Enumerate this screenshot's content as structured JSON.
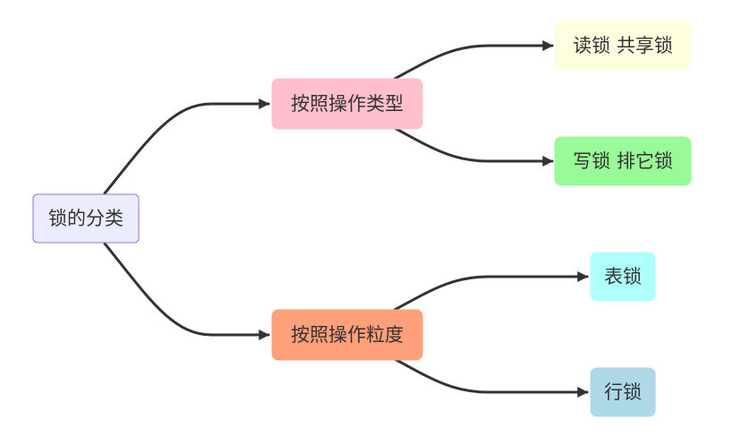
{
  "diagram": {
    "nodes": {
      "root": {
        "label": "锁的分类",
        "fill": "#ECECFF",
        "stroke": "#9370DB"
      },
      "by_type": {
        "label": "按照操作类型",
        "fill": "#FFC0CB",
        "stroke": "#FFC0CB"
      },
      "read_lock": {
        "label": "读锁 共享锁",
        "fill": "#FFFFE0",
        "stroke": "#FFFFE0"
      },
      "write_lock": {
        "label": "写锁 排它锁",
        "fill": "#98FB98",
        "stroke": "#98FB98"
      },
      "by_granularity": {
        "label": "按照操作粒度",
        "fill": "#FFA07A",
        "stroke": "#FFA07A"
      },
      "table_lock": {
        "label": "表锁",
        "fill": "#AFFFFF",
        "stroke": "#AFFFFF"
      },
      "row_lock": {
        "label": "行锁",
        "fill": "#ADD8E6",
        "stroke": "#ADD8E6"
      }
    },
    "edges": [
      {
        "from": "root",
        "to": "by_type"
      },
      {
        "from": "root",
        "to": "by_granularity"
      },
      {
        "from": "by_type",
        "to": "read_lock"
      },
      {
        "from": "by_type",
        "to": "write_lock"
      },
      {
        "from": "by_granularity",
        "to": "table_lock"
      },
      {
        "from": "by_granularity",
        "to": "row_lock"
      }
    ],
    "edge_color": "#333333"
  }
}
